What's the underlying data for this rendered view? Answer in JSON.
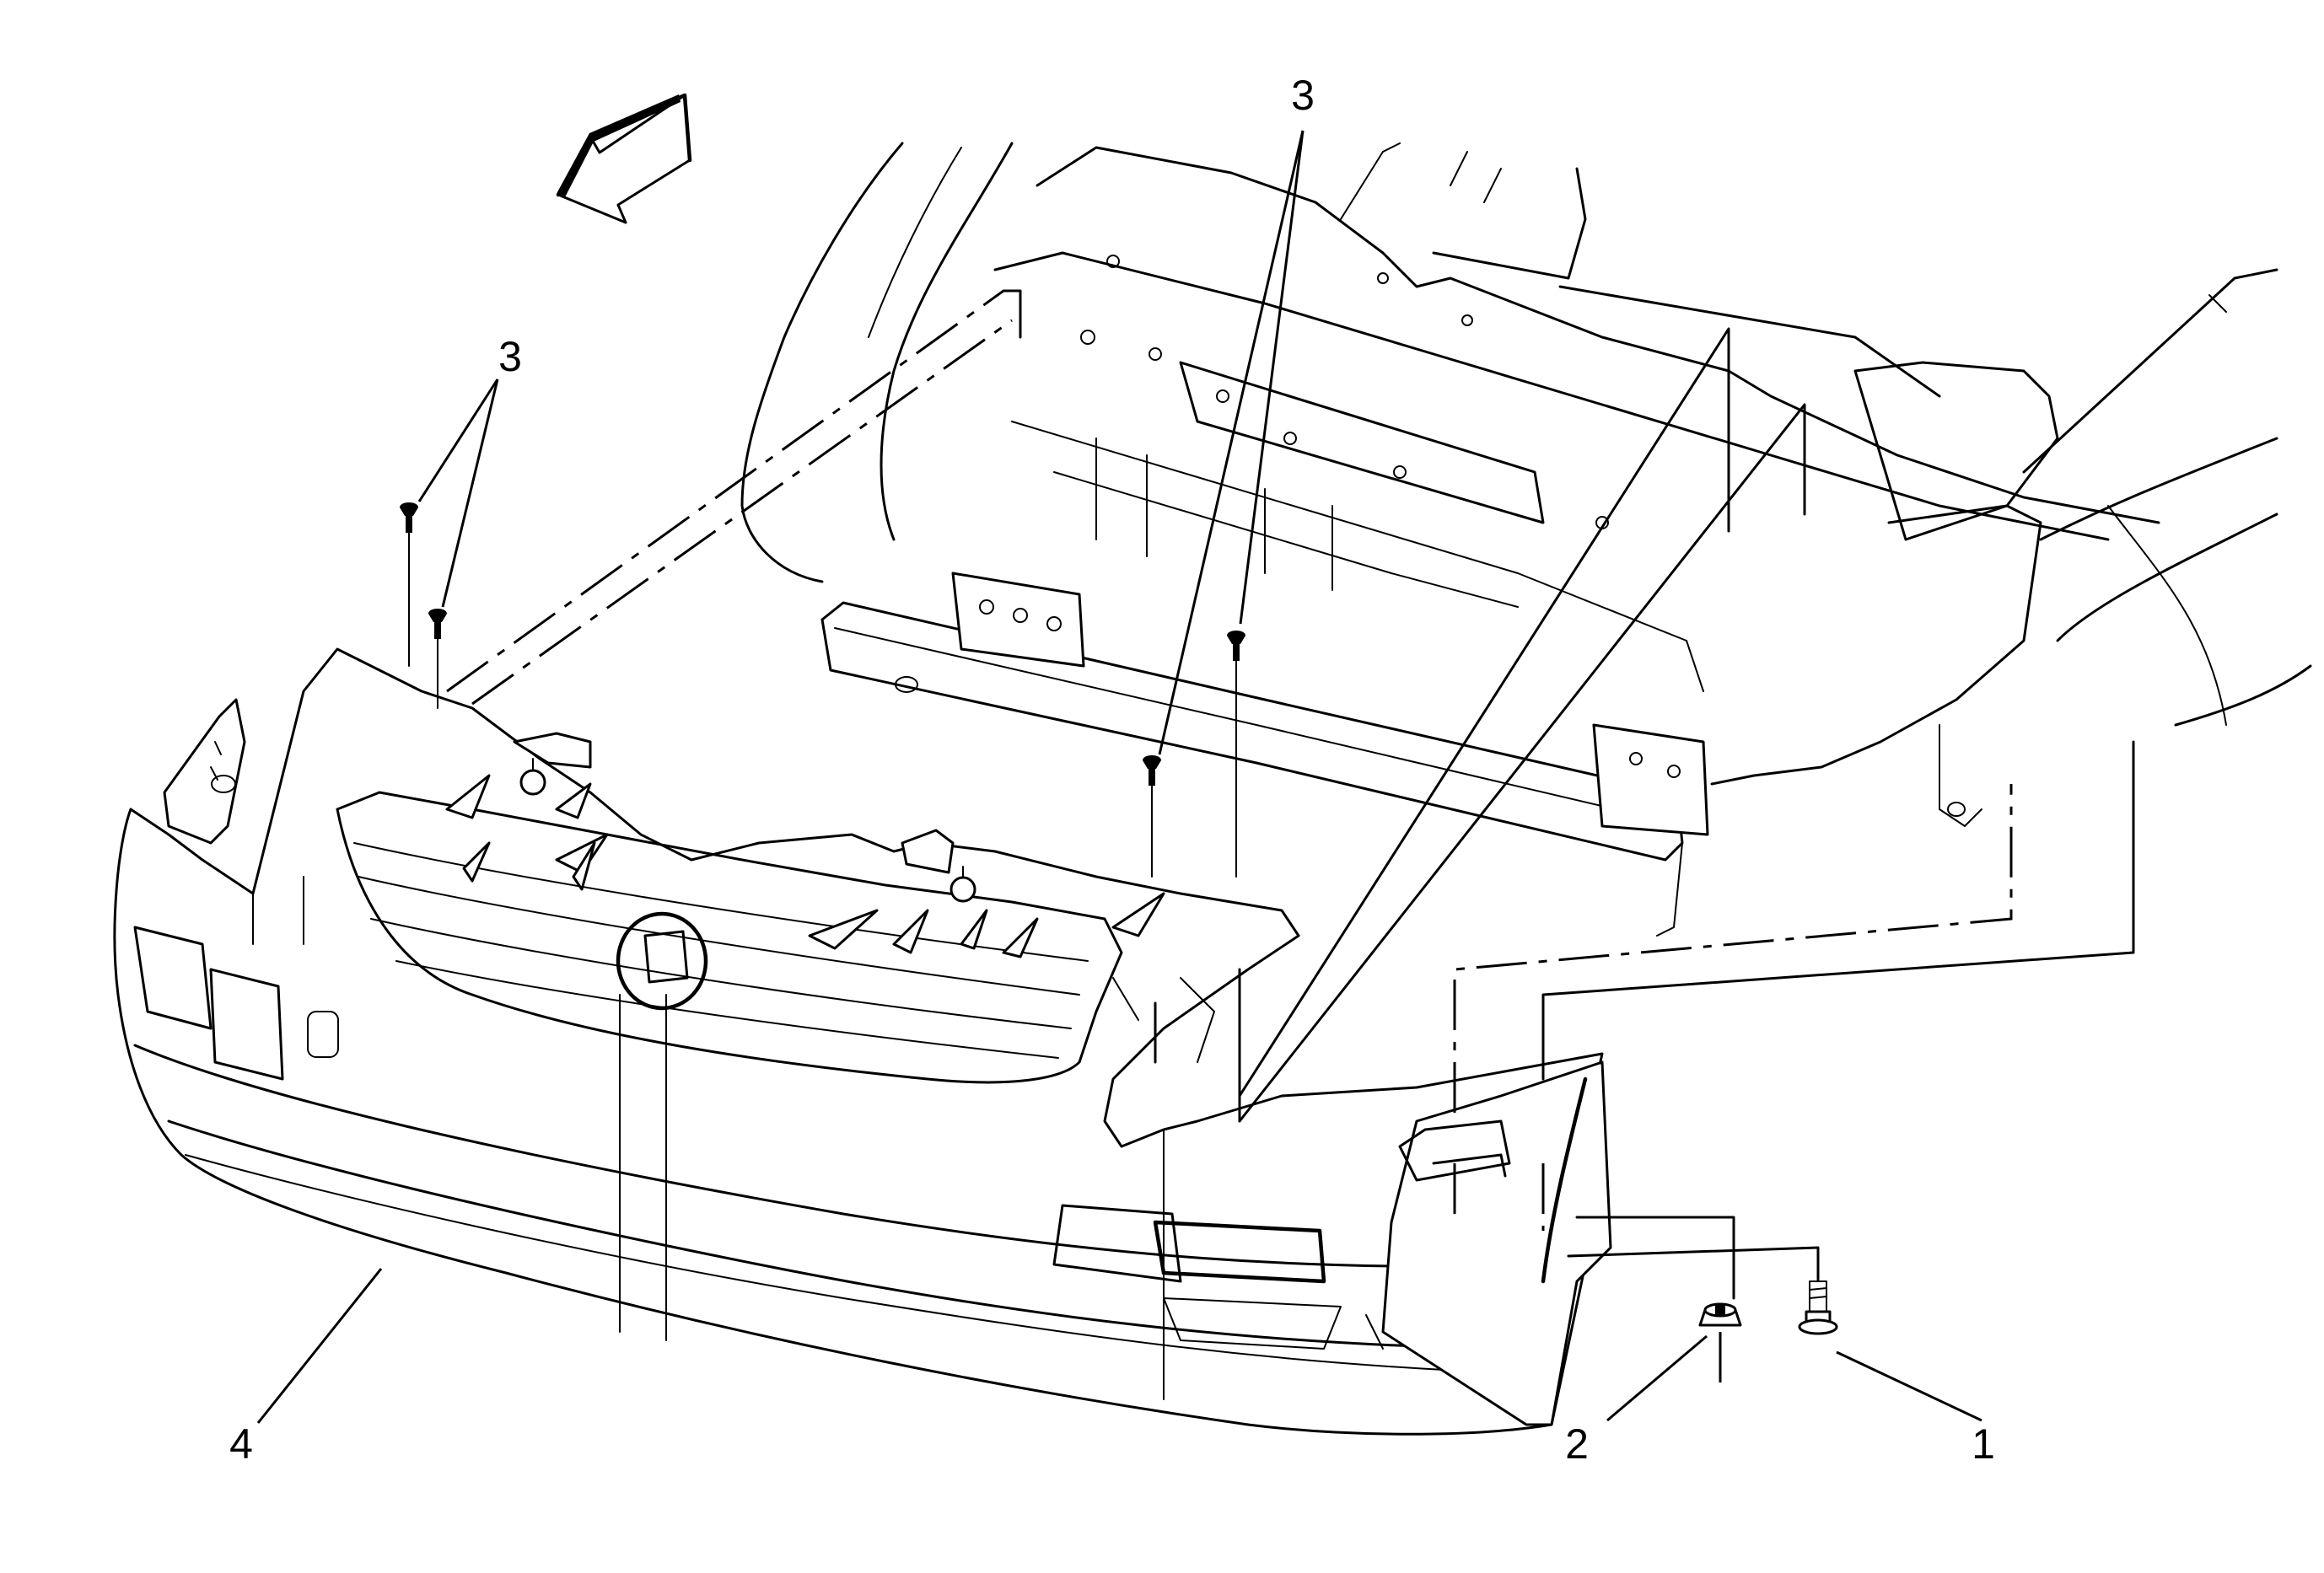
{
  "callouts": {
    "top_center": "3",
    "left": "3",
    "item_4": "4",
    "item_2": "2",
    "item_1": "1"
  },
  "icons": {
    "direction_arrow": "forward-direction-arrow-icon"
  },
  "colors": {
    "line": "#000000",
    "background": "#ffffff"
  }
}
